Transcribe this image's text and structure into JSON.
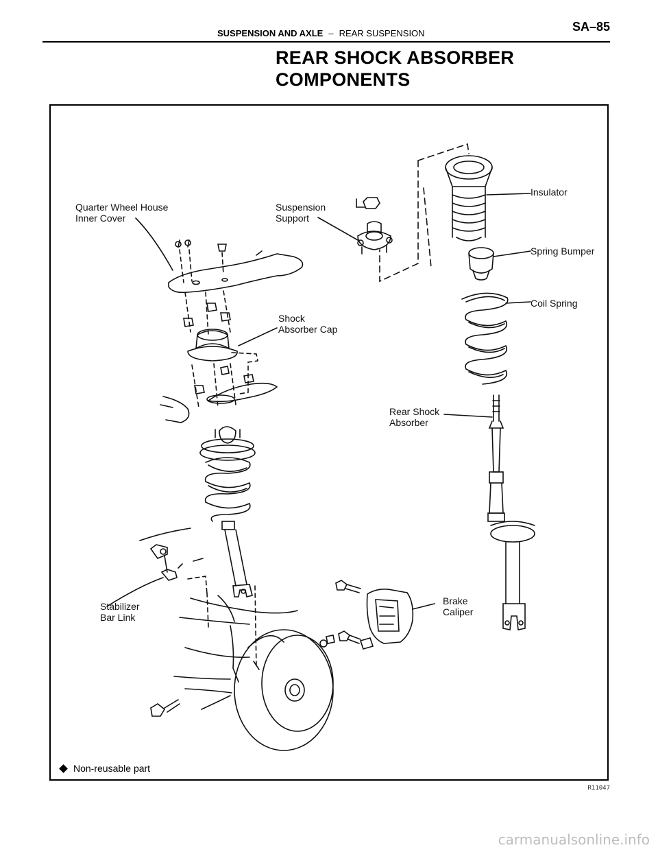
{
  "header": {
    "section": "SUSPENSION AND AXLE",
    "separator": "–",
    "subsection": "REAR SUSPENSION",
    "page_number": "SA–85"
  },
  "title": {
    "line1": "REAR SHOCK ABSORBER",
    "line2": "COMPONENTS"
  },
  "labels": {
    "quarter_wheel_house_1": "Quarter Wheel House",
    "quarter_wheel_house_2": "Inner Cover",
    "suspension_support_1": "Suspension",
    "suspension_support_2": "Support",
    "insulator": "Insulator",
    "spring_bumper": "Spring Bumper",
    "coil_spring": "Coil Spring",
    "shock_absorber_cap_1": "Shock",
    "shock_absorber_cap_2": "Absorber Cap",
    "rear_shock_absorber_1": "Rear Shock",
    "rear_shock_absorber_2": "Absorber",
    "stabilizer_bar_link_1": "Stabilizer",
    "stabilizer_bar_link_2": "Bar Link",
    "brake_caliper_1": "Brake",
    "brake_caliper_2": "Caliper"
  },
  "legend": {
    "text": "Non-reusable part",
    "icon": "diamond-icon"
  },
  "figure_code": "R11047",
  "watermark": "carmanualsonline.info"
}
